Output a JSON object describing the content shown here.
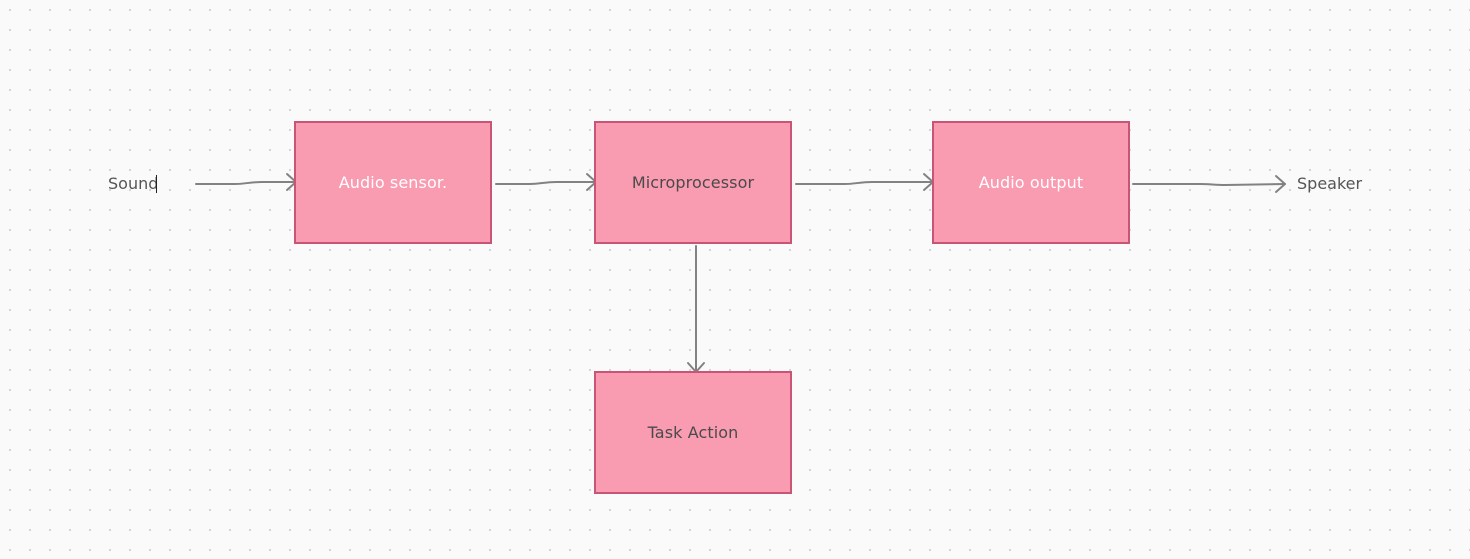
{
  "diagram": {
    "input_label": "Sound",
    "output_label": "Speaker",
    "nodes": {
      "audio_sensor": "Audio sensor.",
      "microprocessor": "Microprocessor",
      "audio_output": "Audio output",
      "task_action": "Task Action"
    },
    "colors": {
      "node_fill": "#f99bb1",
      "node_border": "#c85576",
      "connector": "#828282",
      "canvas": "#fafafb"
    }
  }
}
